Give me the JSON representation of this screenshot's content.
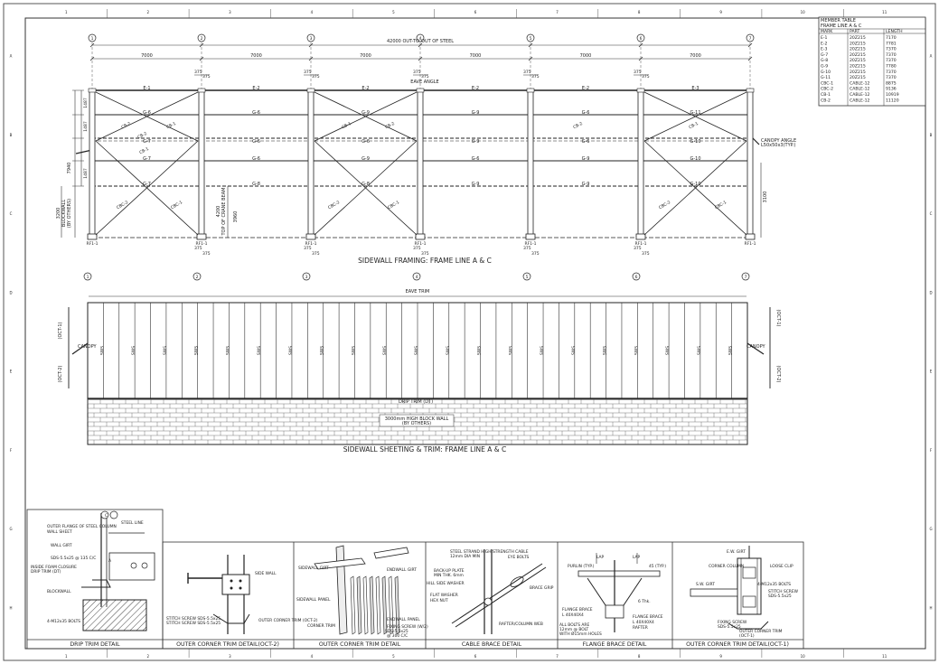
{
  "border": {
    "columns": [
      "1",
      "2",
      "3",
      "4",
      "5",
      "6",
      "7",
      "8",
      "9",
      "10",
      "11"
    ],
    "rows": [
      "A",
      "B",
      "C",
      "D",
      "E",
      "F",
      "G",
      "H"
    ]
  },
  "member_table": {
    "title": "MEMBER TABLE",
    "subtitle": "FRAME LINE A & C",
    "headers": [
      "MARK",
      "PART",
      "LENGTH"
    ],
    "rows": [
      [
        "E-1",
        "20Z215",
        "7170"
      ],
      [
        "E-2",
        "20Z215",
        "7781"
      ],
      [
        "E-3",
        "20Z215",
        "7370"
      ],
      [
        "G-7",
        "20Z215",
        "7370"
      ],
      [
        "G-8",
        "20Z215",
        "7370"
      ],
      [
        "G-9",
        "20Z215",
        "7780"
      ],
      [
        "G-10",
        "20Z215",
        "7370"
      ],
      [
        "G-11",
        "20Z215",
        "7370"
      ],
      [
        "CBC-1",
        "CABLE-12",
        "8875"
      ],
      [
        "CBC-2",
        "CABLE-12",
        "9136"
      ],
      [
        "CB-1",
        "CABLE-12",
        "10919"
      ],
      [
        "CB-2",
        "CABLE-12",
        "11120"
      ]
    ]
  },
  "framing": {
    "grid_labels": [
      "1",
      "2",
      "3",
      "4",
      "5",
      "6",
      "7"
    ],
    "overall_dim": "42000 OUT-TO-OUT OF STEEL",
    "bay_dims": [
      "7000",
      "7000",
      "7000",
      "7000",
      "7000",
      "7000"
    ],
    "col_offset_a": "375",
    "col_offset_b": "375",
    "eave_angle": "EAVE ANGLE",
    "eave_members": [
      "E-1",
      "E-2",
      "E-2",
      "E-2",
      "E-2",
      "E-3"
    ],
    "girt_row1": [
      "G-6",
      "G-6",
      "G-9",
      "G-9",
      "G-6",
      "G-11"
    ],
    "girt_row2": [
      "G-7",
      "G-6",
      "G-6",
      "G-9",
      "G-6",
      "G-10"
    ],
    "girt_row3": [
      "G-7",
      "G-6",
      "G-9",
      "G-6",
      "G-9",
      "G-10"
    ],
    "girt_row4": [
      "G-7",
      "G-8",
      "G-8",
      "G-9",
      "G-9",
      "G-10"
    ],
    "cb_labels": [
      "CB-2",
      "CB-1",
      "CB-2",
      "CB-1",
      "CB-1",
      "CB-2",
      "CB-2",
      "CB-1"
    ],
    "cbc_labels": [
      "CBC-2",
      "CBC-1",
      "CBC-2",
      "CBC-1",
      "CBC-2",
      "CBC-1"
    ],
    "base_label": "RF1-1",
    "canopy_angle": "CANOPY ANGLE",
    "canopy_angle_size": "L50x50x3(TYP.)",
    "left_dims": [
      "1487",
      "1487",
      "1487"
    ],
    "total_height": "7940",
    "blockwall_dim": "3200",
    "blockwall_label": "BLOCKWALL",
    "by_others": "(BY OTHERS)",
    "beam_dim": "4200",
    "beam_label": "TOP OF CRANE BEAM",
    "beam_dim2": "3960",
    "right_dim": "3100",
    "caption": "SIDEWALL FRAMING: FRAME LINE A & C"
  },
  "sheeting": {
    "grid_labels": [
      "1",
      "2",
      "3",
      "4",
      "5",
      "6",
      "7"
    ],
    "eave_trim": "EAVE TRIM",
    "panel_label": "SWS",
    "canopy_left": "CANOPY",
    "canopy_right": "CANOPY",
    "oct1": "(OCT-1)",
    "oct2": "(OCT-2)",
    "drip_trim": "DRIP TRIM (DT)",
    "block_note_1": "3000mm HIGH BLOCK WALL",
    "block_note_2": "(BY OTHERS)",
    "caption": "SIDEWALL SHEETING & TRIM: FRAME LINE A & C"
  },
  "details": [
    {
      "title": "DRIP TRIM DETAIL",
      "labels": [
        "STEEL LINE",
        "OUTER FLANGE OF STEEL COLUMN",
        "WALL SHEET",
        "WALL GIRT",
        "SDS-5.5x25 @ 135 C/C",
        "INSIDE FOAM CLOSURE",
        "DRIP TRIM (DT)",
        "BLOCKWALL",
        "4-M12x35 BOLTS",
        "A",
        "C"
      ]
    },
    {
      "title": "OUTER CORNER TRIM DETAIL(OCT-2)",
      "labels": [
        "SIDE WALL",
        "STITCH SCREW SDS-5.5x25",
        "STITCH SCREW SDS-5.5x25",
        "OUTER CORNER TRIM (OCT-2)"
      ]
    },
    {
      "title": "OUTER CORNER TRIM DETAIL",
      "labels": [
        "SIDEWALL GIRT",
        "ENDWALL GIRT",
        "ENDWALL PANEL",
        "FIXING SCREW (W/2)",
        "SDS-5.5x25",
        "@ 300 C/C",
        "SIDEWALL PANEL",
        "CORNER TRIM"
      ]
    },
    {
      "title": "CABLE BRACE DETAIL",
      "labels": [
        "STEEL STRAND HIGH STRENGTH CABLE",
        "12mm DIA MIN",
        "EYE BOLTS",
        "BACK-UP PLATE",
        "MIN THK. 6mm",
        "HILL SIDE WASHER",
        "BRACE GRIP",
        "FLAT WASHER",
        "HEX NUT",
        "RAFTER/COLUMN WEB"
      ]
    },
    {
      "title": "FLANGE BRACE DETAIL",
      "labels": [
        "LAP",
        "LAP",
        "PURLIN (TYP.)",
        "45 (TYP.)",
        "FLANGE BRACE",
        "L 40X40X4",
        "FLANGE BRACE",
        "L 40X40X4",
        "6 Thk.",
        "RAFTER",
        "ALL BOLTS ARE",
        "12mm @ BOLT",
        "WITH Ø15mm HOLES"
      ]
    },
    {
      "title": "OUTER CORNER TRIM DETAIL(OCT-1)",
      "labels": [
        "E.W. GIRT",
        "CORNER COLUMN",
        "LOOSE CLIP",
        "S.W. GIRT",
        "STITCH SCREW",
        "SDS-5.5x25",
        "FIXING SCREW",
        "SDS-5.5x25",
        "OUTER CORNER TRIM",
        "(OCT-1)",
        "4-M12x35 BOLTS"
      ]
    }
  ]
}
